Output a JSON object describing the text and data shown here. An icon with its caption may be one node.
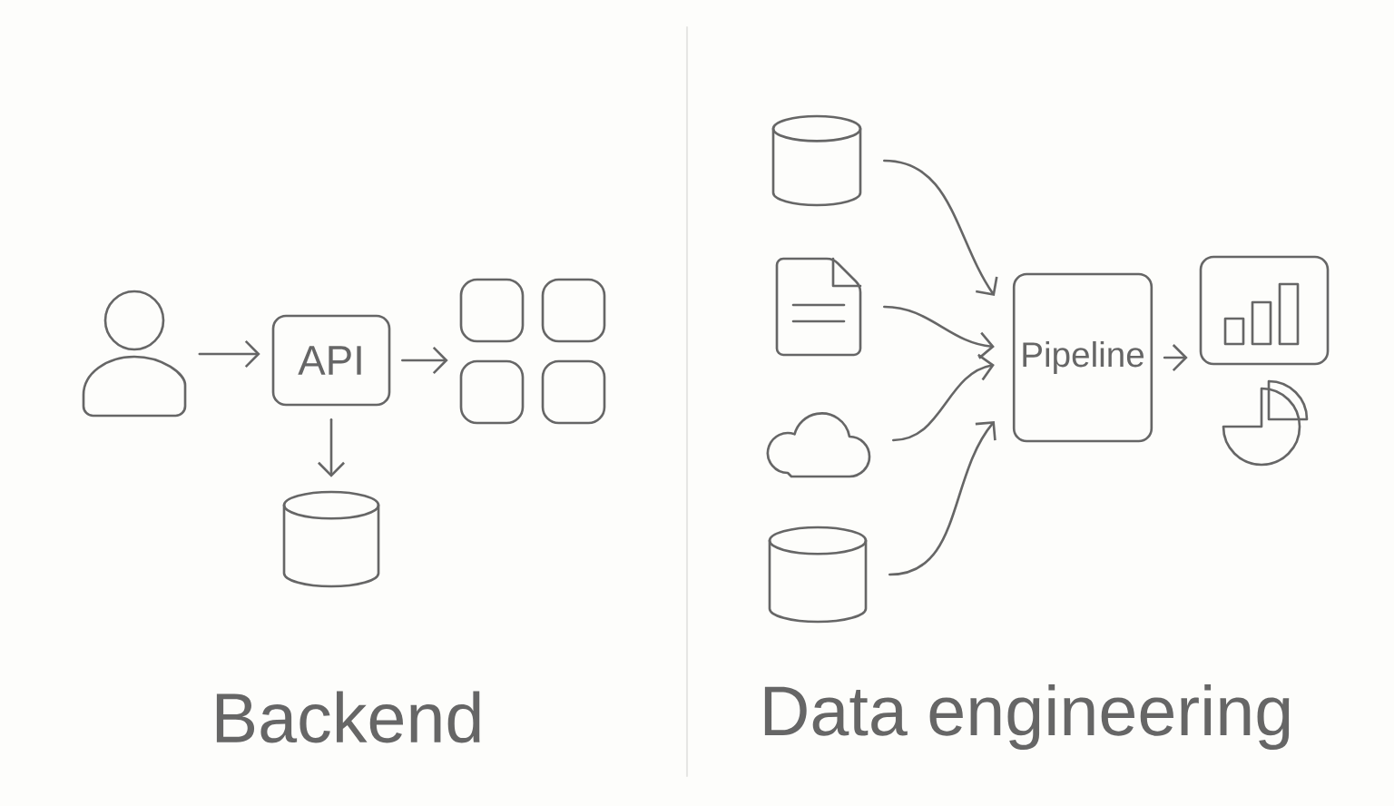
{
  "diagram": {
    "nodes": [
      {
        "text": [],
        "shape": "person"
      },
      {
        "text": [
          "API"
        ]
      },
      {
        "text": [],
        "shape": "grid"
      },
      {
        "text": [],
        "shape": "cylinder"
      },
      {
        "text": [],
        "shape": "cylinder"
      },
      {
        "text": [],
        "shape": "document"
      },
      {
        "text": [],
        "shape": "cloud"
      },
      {
        "text": [],
        "shape": "cylinder"
      },
      {
        "text": [
          "Pipeline"
        ]
      },
      {
        "text": [],
        "shape": "picture"
      }
    ],
    "edges": [
      {
        "from": 0,
        "to": 1,
        "arrow": "to"
      },
      {
        "from": 1,
        "to": 2,
        "arrow": "to"
      },
      {
        "from": 1,
        "to": 3,
        "arrow": "to"
      },
      {
        "from": 4,
        "to": 8,
        "arrow": "to"
      },
      {
        "from": 5,
        "to": 8,
        "arrow": "to"
      },
      {
        "from": 6,
        "to": 8,
        "arrow": "to"
      },
      {
        "from": 7,
        "to": 8,
        "arrow": "to"
      },
      {
        "from": 8,
        "to": 9,
        "arrow": "to"
      }
    ],
    "labels": [
      "Backend",
      "Data engineering"
    ]
  }
}
